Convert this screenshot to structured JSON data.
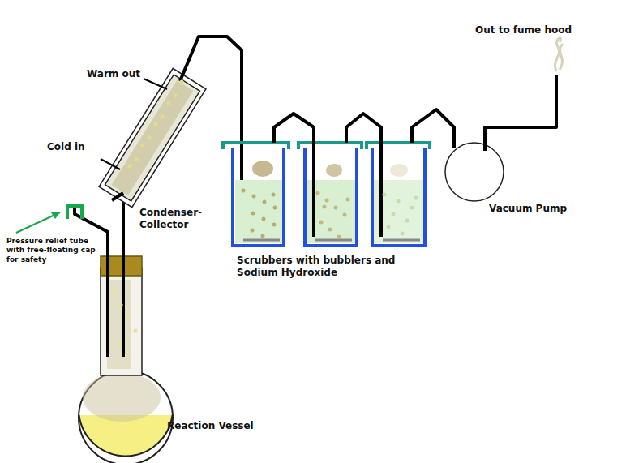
{
  "diagram": {
    "labels": [
      "Out to fume hood",
      "Warm out",
      "Cold in",
      "Condenser- Collector",
      "Pressure relief tube with free-floating cap for safety",
      "Reaction Vessel",
      "Scrubbers with bubblers and Sodium Hydroxide",
      "Vacuum Pump"
    ]
  }
}
